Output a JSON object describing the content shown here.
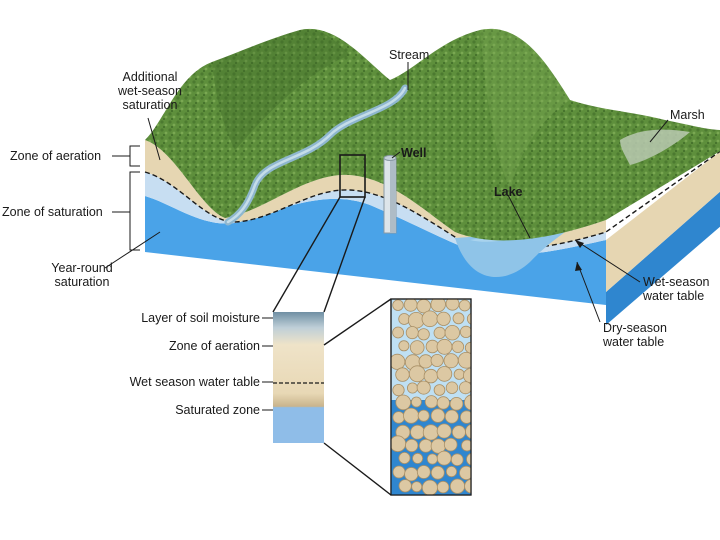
{
  "labels": {
    "stream": "Stream",
    "additional_saturation": [
      "Additional",
      "wet-season",
      "saturation"
    ],
    "marsh": "Marsh",
    "zone_of_aeration": "Zone of aeration",
    "well": "Well",
    "zone_of_saturation": "Zone of saturation",
    "lake": "Lake",
    "year_round_saturation": [
      "Year-round",
      "saturation"
    ],
    "wet_season_water_table": [
      "Wet-season",
      "water table"
    ],
    "dry_season_water_table": [
      "Dry-season",
      "water table"
    ],
    "column": {
      "soil_moisture": "Layer of soil moisture",
      "zone_of_aeration": "Zone of aeration",
      "wet_season_water_table": "Wet season water table",
      "saturated_zone": "Saturated zone"
    }
  },
  "colors": {
    "hills": "#5e8f3c",
    "hills_dark": "#3f6b28",
    "soil": "#e6d6b2",
    "wet_zone": "#c7def2",
    "saturated": "#4aa3e8",
    "saturated_dark": "#2f86cf",
    "water": "#8fc4e8",
    "grain": "#dcc8a3",
    "grain_edge": "#a88f66"
  }
}
